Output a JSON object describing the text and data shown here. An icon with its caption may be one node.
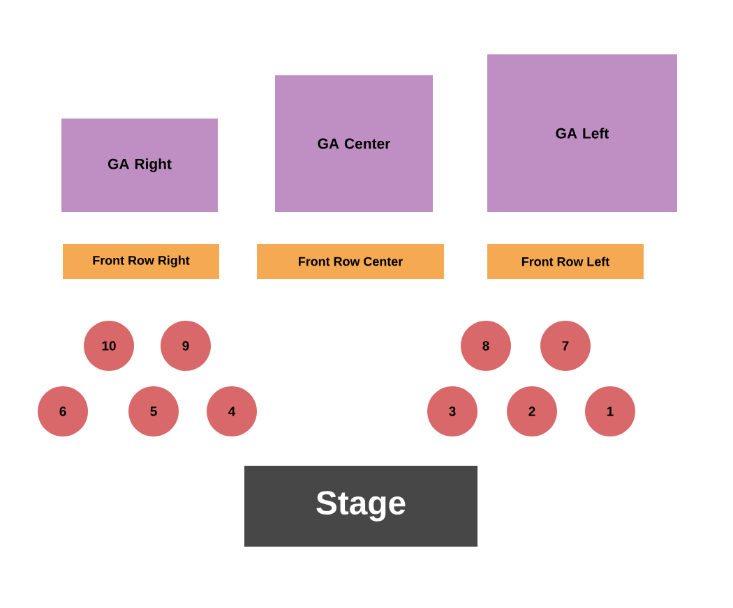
{
  "diagram": {
    "nodes": [
      {
        "text": [
          "GA Right"
        ]
      },
      {
        "text": [
          "GA Center"
        ]
      },
      {
        "text": [
          "GA Left"
        ]
      },
      {
        "text": [
          "Front Row Right"
        ]
      },
      {
        "text": [
          "Front Row Center"
        ]
      },
      {
        "text": [
          "Front Row Left"
        ]
      },
      {
        "text": [
          "10"
        ]
      },
      {
        "text": [
          "9"
        ]
      },
      {
        "text": [
          "8"
        ]
      },
      {
        "text": [
          "7"
        ]
      },
      {
        "text": [
          "6"
        ]
      },
      {
        "text": [
          "5"
        ]
      },
      {
        "text": [
          "4"
        ]
      },
      {
        "text": [
          "3"
        ]
      },
      {
        "text": [
          "2"
        ]
      },
      {
        "text": [
          "1"
        ]
      },
      {
        "text": [
          "Stage"
        ]
      }
    ]
  }
}
